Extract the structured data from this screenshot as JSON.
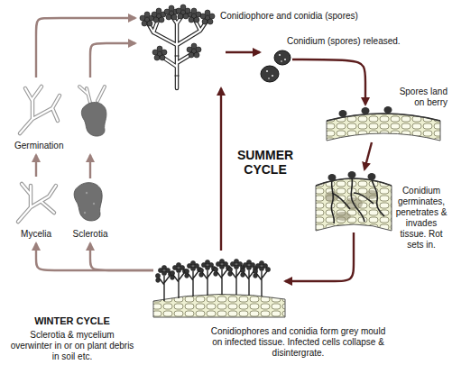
{
  "diagram": {
    "nodes": [
      {
        "text": [
          "Conidiophore and conidia (spores)"
        ]
      },
      {
        "text": [
          "Conidium (spores) released."
        ]
      },
      {
        "text": [
          "Spores land on berry"
        ]
      },
      {
        "text": [
          "Conidium germinates, penetrates & invades tissue. Rot sets in."
        ]
      },
      {
        "text": [
          "Conidiophores and conidia form grey mould on infected tissue. Infected cells collapse & disintergrate."
        ]
      },
      {
        "text": [
          "Mycelia"
        ]
      },
      {
        "text": [
          "Sclerotia"
        ]
      },
      {
        "text": [
          "Germination"
        ]
      }
    ],
    "edges": [
      {
        "from": 0,
        "to": 1,
        "arrow": "to"
      },
      {
        "from": 1,
        "to": 2,
        "arrow": "to"
      },
      {
        "from": 2,
        "to": 3,
        "arrow": "to"
      },
      {
        "from": 3,
        "to": 4,
        "arrow": "to"
      },
      {
        "from": 4,
        "to": 0,
        "arrow": "to"
      },
      {
        "from": 4,
        "to": 5,
        "arrow": "to"
      },
      {
        "from": 4,
        "to": 6,
        "arrow": "to"
      },
      {
        "from": 5,
        "to": 7,
        "arrow": "to"
      },
      {
        "from": 6,
        "to": 7,
        "arrow": "to"
      },
      {
        "from": 7,
        "to": 0,
        "arrow": "to"
      },
      {
        "from": 7,
        "to": 0,
        "arrow": "to"
      }
    ],
    "labels": [
      "SUMMER CYCLE",
      "WINTER CYCLE",
      "Sclerotia & mycelium overwinter in or on plant debris in soil etc."
    ]
  }
}
